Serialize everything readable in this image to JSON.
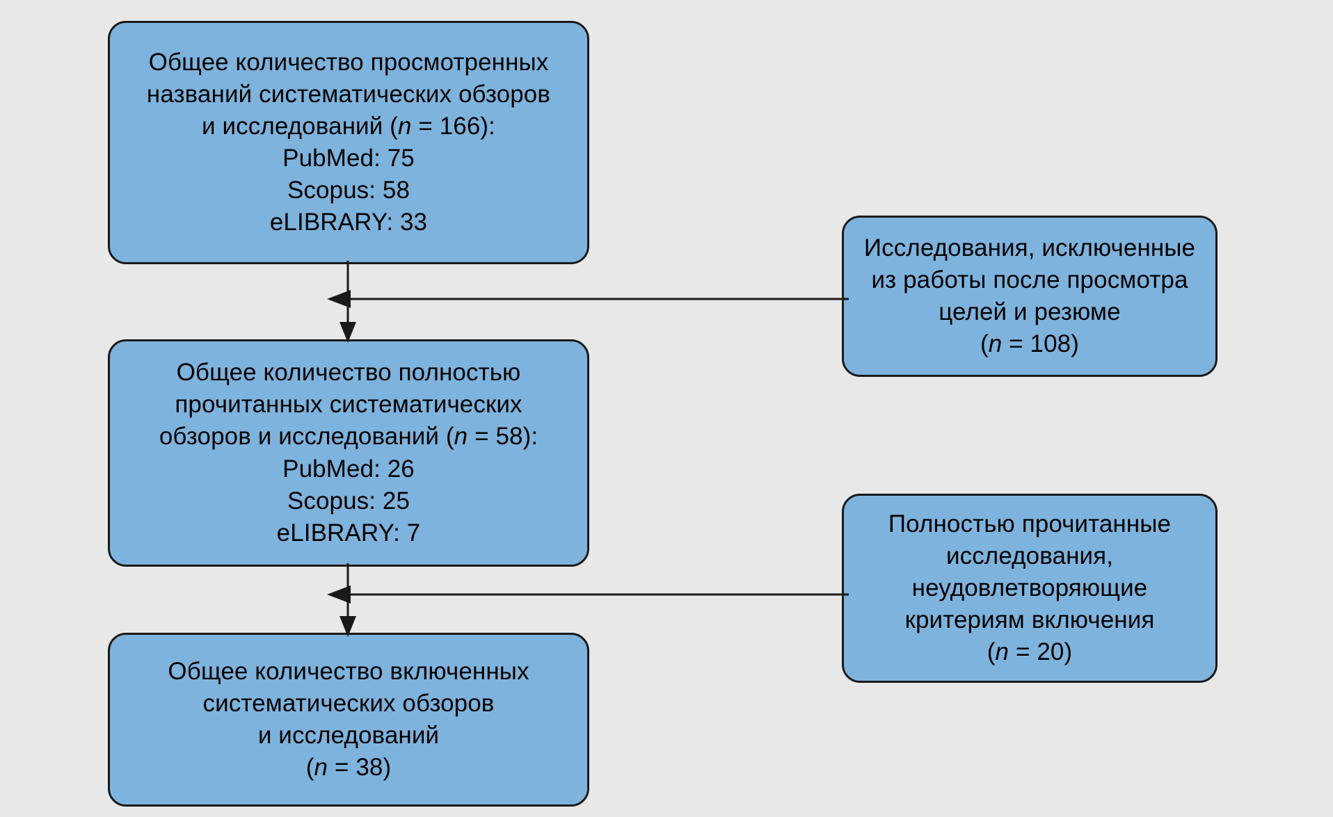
{
  "diagram": {
    "type": "prisma-flow-diagram",
    "background_color": "#e8e8e8",
    "box_fill_color": "#7eb3dd",
    "box_border_color": "#1a1a1a",
    "text_color": "#000000",
    "boxes": {
      "records_screened": {
        "lines": [
          "Общее количество просмотренных",
          "названий систематических обзоров",
          "и исследований (n = 166):",
          "PubMed: 75",
          "Scopus: 58",
          "eLIBRARY: 33"
        ],
        "line3_prefix": "и исследований (",
        "line3_italic": "n",
        "line3_suffix": " = 166):",
        "total": 166,
        "sources": {
          "PubMed": 75,
          "Scopus": 58,
          "eLIBRARY": 33
        }
      },
      "records_fulltext": {
        "lines": [
          "Общее количество полностью",
          "прочитанных систематических",
          "обзоров и исследований (n = 58):",
          "PubMed: 26",
          "Scopus: 25",
          "eLIBRARY: 7"
        ],
        "line3_prefix": "обзоров и исследований (",
        "line3_italic": "n",
        "line3_suffix": " = 58):",
        "total": 58,
        "sources": {
          "PubMed": 26,
          "Scopus": 25,
          "eLIBRARY": 7
        }
      },
      "records_included": {
        "lines": [
          "Общее количество включенных",
          "систематических обзоров",
          "и исследований",
          "(n = 38)"
        ],
        "count_prefix": "(",
        "count_italic": "n",
        "count_suffix": " = 38)",
        "total": 38
      },
      "excluded_abstract": {
        "lines": [
          "Исследования, исключенные",
          "из работы после просмотра",
          "целей и резюме",
          "(n = 108)"
        ],
        "count_prefix": "(",
        "count_italic": "n",
        "count_suffix": " = 108)",
        "total": 108
      },
      "excluded_criteria": {
        "lines": [
          "Полностью прочитанные",
          "исследования,",
          "неудовлетворяющие",
          "критериям включения",
          "(n = 20)"
        ],
        "count_prefix": "(",
        "count_italic": "n",
        "count_suffix": " = 20)",
        "total": 20
      }
    },
    "connectors": [
      {
        "name": "screened-to-fulltext",
        "from": "records_screened",
        "to": "records_fulltext",
        "direction": "down"
      },
      {
        "name": "fulltext-to-included",
        "from": "records_fulltext",
        "to": "records_included",
        "direction": "down"
      },
      {
        "name": "excluded-abstract-to-flow",
        "from": "excluded_abstract",
        "to": "screened-to-fulltext",
        "direction": "left"
      },
      {
        "name": "excluded-criteria-to-flow",
        "from": "excluded_criteria",
        "to": "fulltext-to-included",
        "direction": "left"
      }
    ]
  }
}
